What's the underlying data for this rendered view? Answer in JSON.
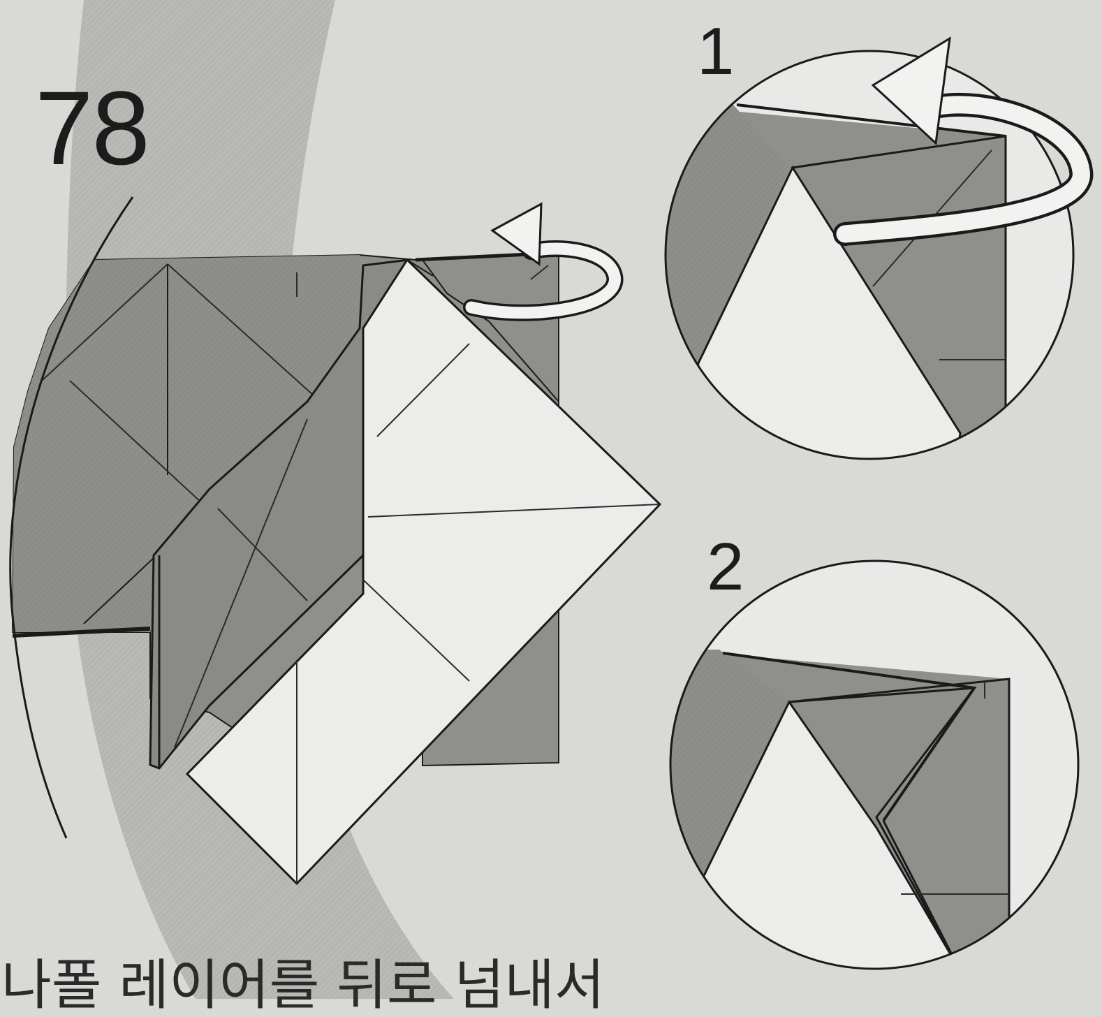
{
  "step": {
    "number": "78"
  },
  "details": [
    {
      "number": "1"
    },
    {
      "number": "2"
    }
  ],
  "caption": "나폴 레이어를 뒤로 넘내서",
  "colors": {
    "background": "#d9d9d6",
    "band": "#b7b7b4",
    "paper_shaded": "#8d8d8a",
    "paper_light": "#ececea",
    "line": "#1a1a1a"
  },
  "arrows": [
    "turn-over-arrow-main",
    "turn-over-arrow-detail-1"
  ]
}
